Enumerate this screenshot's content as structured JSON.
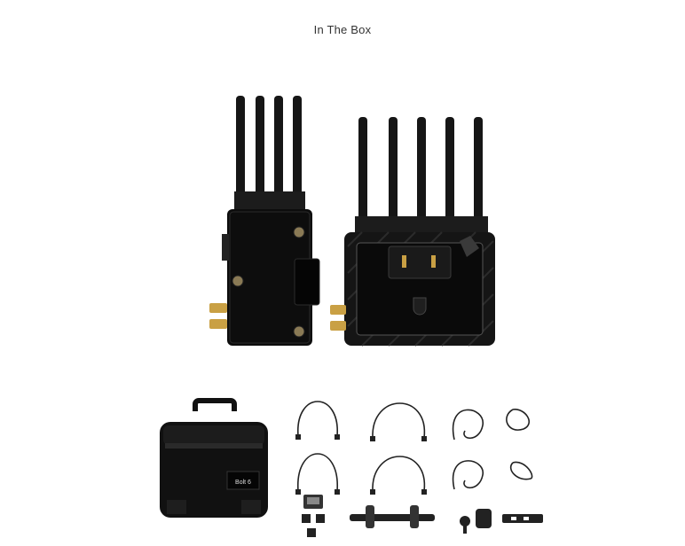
{
  "page": {
    "title": "In The Box"
  },
  "products": {
    "transmitter": {
      "icon": "transmitter-device-icon",
      "antennas": 4
    },
    "receiver": {
      "icon": "receiver-device-icon",
      "antennas": 5
    },
    "case_label": "Bolt 6"
  },
  "colors": {
    "body": "#0d0d0d",
    "antenna": "#161616",
    "connector": "#c9a044",
    "text": "#333333"
  }
}
